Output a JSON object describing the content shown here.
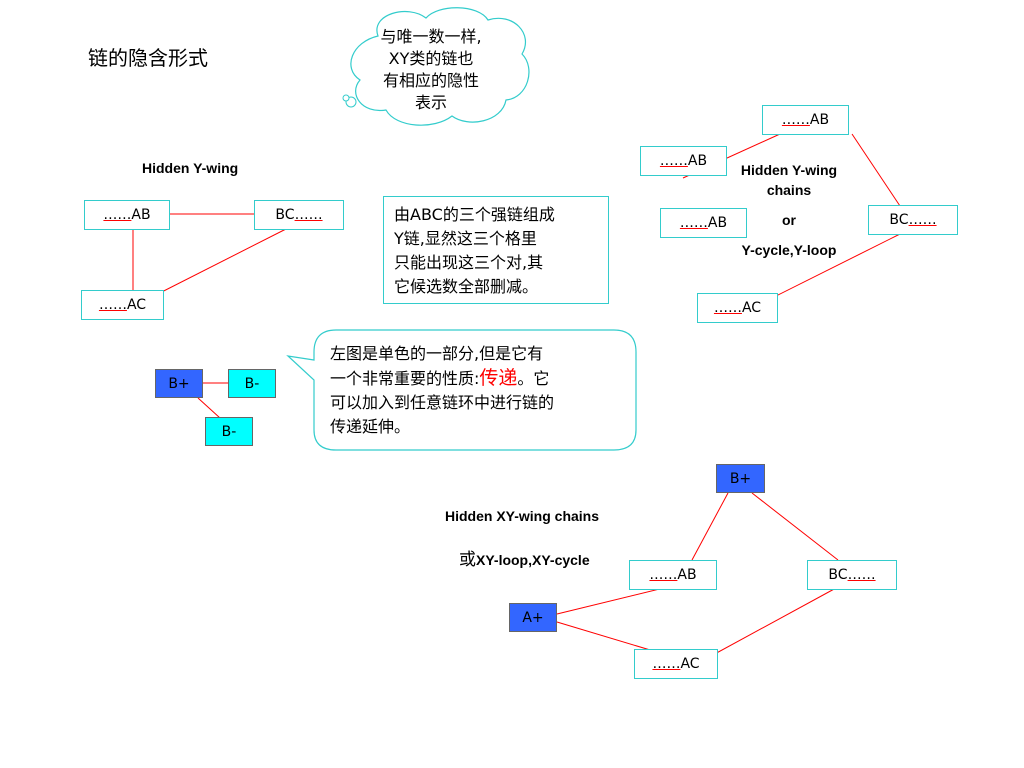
{
  "title": "链的隐含形式",
  "thought_bubble": [
    "与唯一数一样,",
    "XY类的链也",
    "有相应的隐性",
    "表示"
  ],
  "hidden_y_wing": {
    "label": "Hidden Y-wing",
    "ab": {
      "prefix": "……",
      "suffix": "AB"
    },
    "bc": {
      "prefix": "BC",
      "suffix": "……"
    },
    "ac": {
      "prefix": "……",
      "suffix": "AC"
    }
  },
  "abc_note": [
    "由ABC的三个强链组成",
    "Y链,显然这三个格里",
    "只能出现这三个对,其",
    "它候选数全部删减。"
  ],
  "chains_right": {
    "label_line1": "Hidden Y-wing",
    "label_line2": "chains",
    "or": "or",
    "label_line3": "Y-cycle,Y-loop",
    "ab1": {
      "prefix": "……",
      "suffix": "AB"
    },
    "ab2": {
      "prefix": "……",
      "suffix": "AB"
    },
    "ab3": {
      "prefix": "……",
      "suffix": "AB"
    },
    "bc": {
      "prefix": "BC",
      "suffix": "……"
    },
    "ac": {
      "prefix": "……",
      "suffix": "AC"
    }
  },
  "mono": {
    "b_plus": "B+",
    "b_minus_1": "B-",
    "b_minus_2": "B-"
  },
  "speech": {
    "line1": "左图是单色的一部分,但是它有",
    "line2_pre": "一个非常重要的性质:",
    "line2_red": "传递",
    "line2_post": "。它",
    "line3": "可以加入到任意链环中进行链的",
    "line4": "传递延伸。"
  },
  "xy_chains": {
    "label1": "Hidden XY-wing chains",
    "label2_pre": "或",
    "label2_post": "XY-loop,XY-cycle",
    "b_plus": "B+",
    "a_plus": "A+",
    "ab": {
      "prefix": "……",
      "suffix": "AB"
    },
    "bc": {
      "prefix": "BC",
      "suffix": "……"
    },
    "ac": {
      "prefix": "……",
      "suffix": "AC"
    }
  },
  "colors": {
    "link": "#ff0000",
    "cell_border": "#33cccc",
    "strong_blue": "#3366ff",
    "cyan": "#00ffff"
  }
}
